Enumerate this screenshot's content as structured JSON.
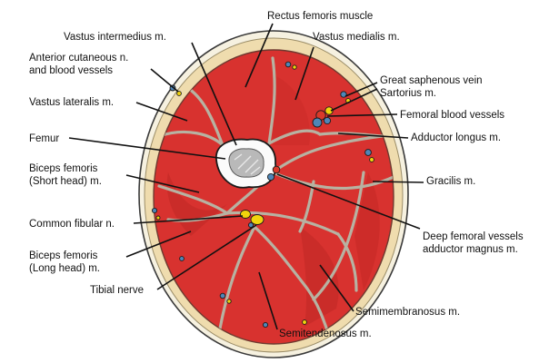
{
  "colors": {
    "muscle": "#d8322f",
    "muscle_shade": "#b3221f",
    "fat": "#efdcae",
    "skin": "#f6f1e0",
    "fascia": "#b7b2a2",
    "bone": "#fbfbfb",
    "marrow": "#b9b9b9",
    "nerve": "#f2d40c",
    "artery": "#d93a2a",
    "vein": "#4f86b8"
  },
  "labels": {
    "rectus_femoris": "Rectus femoris muscle",
    "vastus_intermedius": "Vastus intermedius m.",
    "vastus_medialis": "Vastus medialis m.",
    "anterior_cutaneous_1": "Anterior cutaneous n.",
    "anterior_cutaneous_2": "and blood vessels",
    "great_saphenous": "Great saphenous vein",
    "sartorius": "Sartorius m.",
    "vastus_lateralis": "Vastus lateralis m.",
    "femoral_vessels": "Femoral blood vessels",
    "adductor_longus": "Adductor longus m.",
    "femur": "Femur",
    "biceps_short_1": "Biceps femoris",
    "biceps_short_2": "(Short head) m.",
    "gracilis": "Gracilis m.",
    "common_fibular": "Common fibular n.",
    "deep_femoral_1": "Deep femoral vessels",
    "deep_femoral_2": "adductor magnus m.",
    "biceps_long_1": "Biceps femoris",
    "biceps_long_2": "(Long head) m.",
    "tibial_nerve": "Tibial nerve",
    "semimembranosus": "Semimembranosus m.",
    "semitendinosus": "Semitendenosus m."
  }
}
